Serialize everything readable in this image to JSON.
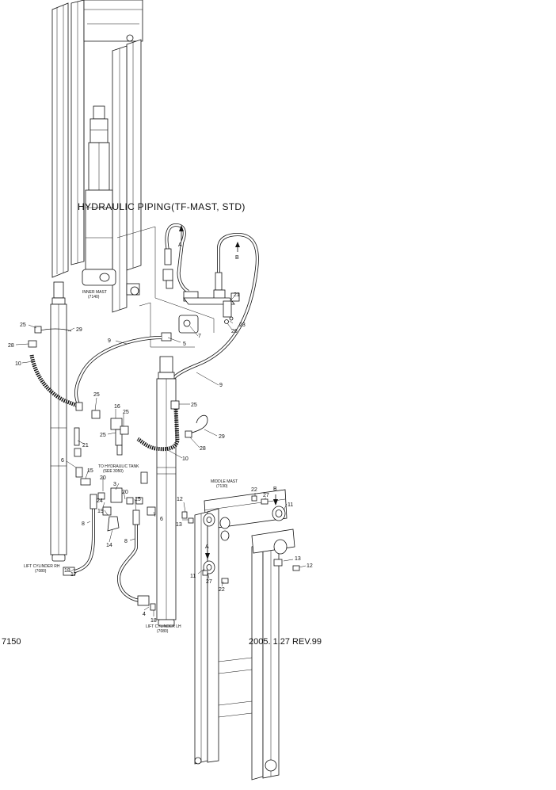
{
  "title": "HYDRAULIC PIPING(TF-MAST, STD)",
  "footer": {
    "code": "7150",
    "revision": "2005. 1.27 REV.99"
  },
  "assemblies": {
    "inner_mast": [
      "INNER MAST",
      "(7140)"
    ],
    "middle_mast": [
      "MIDDLE MAST",
      "(7130)"
    ],
    "lift_cylinder_rh": [
      "LIFT CYLINDER RH",
      "(7080)"
    ],
    "lift_cylinder_lh": [
      "LIFT CYLINDER LH",
      "(7080)"
    ],
    "hydraulic_tank": [
      "TO HYDRAULIC TANK",
      "(SEE 3050)"
    ]
  },
  "callouts": [
    "A",
    "B",
    "21",
    "23",
    "26",
    "7",
    "5",
    "9",
    "25",
    "29",
    "28",
    "10",
    "25",
    "16",
    "25",
    "25",
    "21",
    "9",
    "25",
    "29",
    "28",
    "10",
    "6",
    "15",
    "20",
    "3",
    "20",
    "24",
    "19",
    "15",
    "6",
    "12",
    "13",
    "22",
    "27",
    "B",
    "11",
    "8",
    "14",
    "8",
    "A",
    "13",
    "12",
    "11",
    "27",
    "22",
    "18",
    "17",
    "4",
    "18"
  ]
}
